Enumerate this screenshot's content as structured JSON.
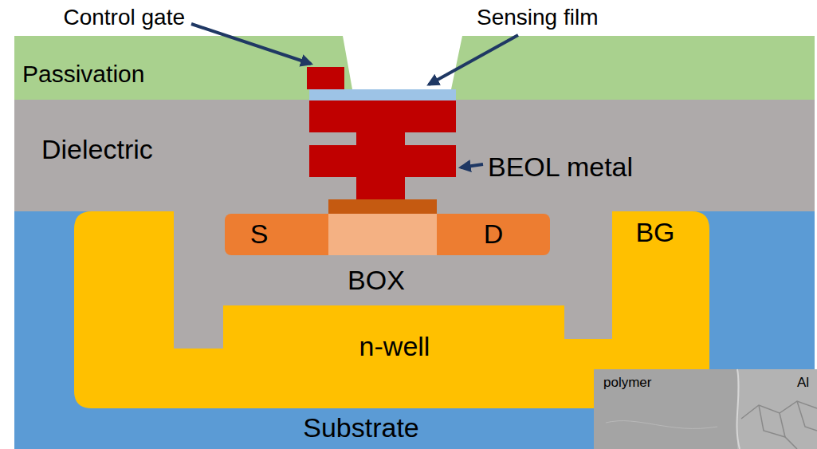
{
  "diagram": {
    "nodes": [
      {
        "text": [
          "Passivation"
        ]
      },
      {
        "text": [
          "Dielectric"
        ]
      },
      {
        "text": [
          "Substrate"
        ]
      },
      {
        "text": [
          "BG",
          "n-well"
        ],
        "in": 2
      },
      {
        "text": [
          "BOX"
        ],
        "in": 3
      },
      {
        "text": [
          "S"
        ],
        "in": 4
      },
      {
        "text": [
          "D"
        ],
        "in": 4
      }
    ],
    "labels": [
      "Control gate",
      "Sensing film",
      "BEOL metal",
      "polymer",
      "Al"
    ]
  }
}
